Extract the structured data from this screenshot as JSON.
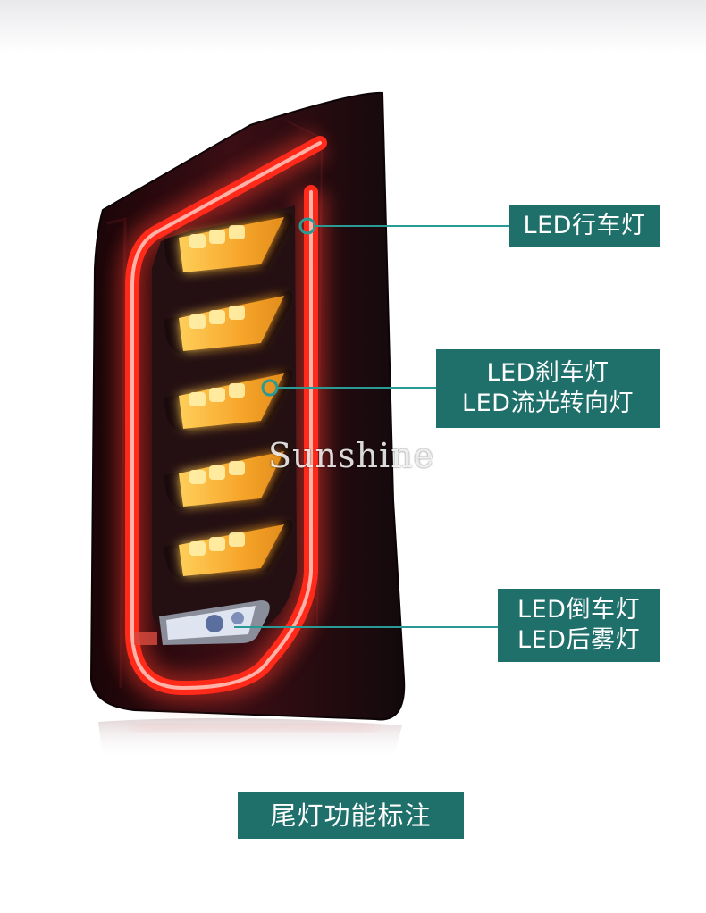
{
  "labels": {
    "running_light": "LED行车灯",
    "brake_light": "LED刹车灯",
    "turn_signal": "LED流光转向灯",
    "reverse_light": "LED倒车灯",
    "fog_light": "LED后雾灯"
  },
  "caption": "尾灯功能标注",
  "watermark": "Sunshine",
  "colors": {
    "label_bg": "#1f6f6b",
    "callout_line": "#2a9a94",
    "tail_red": "#ff2a1a",
    "amber": "#f5b531",
    "housing": "#2a0d12"
  }
}
